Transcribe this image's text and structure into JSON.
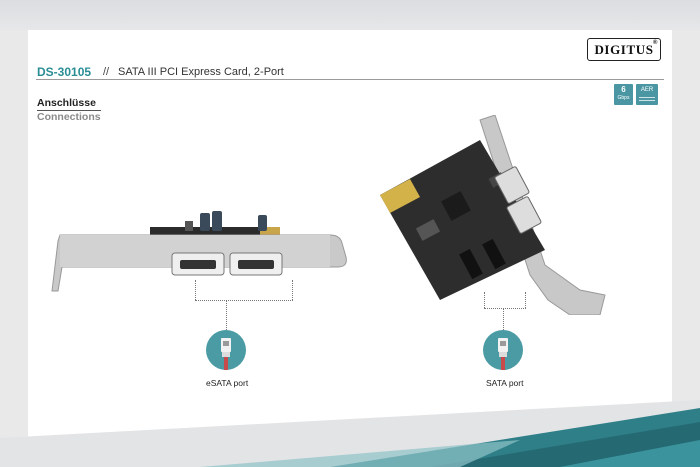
{
  "brand": {
    "logo_text": "DIGITUS",
    "registered_mark": "®"
  },
  "header": {
    "model": "DS-30105",
    "separator": "//",
    "product_name": "SATA III PCI Express Card, 2-Port"
  },
  "badges": {
    "speed_value": "6",
    "speed_unit": "Gbps",
    "aer_label": "AER"
  },
  "section": {
    "title_de": "Anschlüsse",
    "title_en": "Connections"
  },
  "ports": {
    "left_label": "eSATA port",
    "right_label": "SATA port"
  },
  "colors": {
    "accent_teal": "#2a8d95",
    "icon_teal": "#4a9ba4",
    "connector_red": "#c84a4a"
  }
}
